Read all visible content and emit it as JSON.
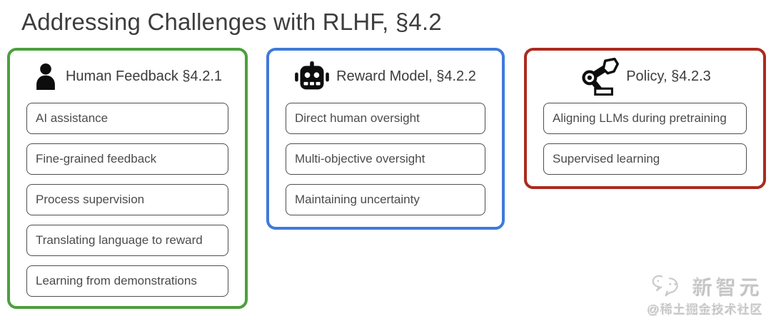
{
  "title": "Addressing Challenges with RLHF, §4.2",
  "colors": {
    "human_feedback_border": "#4ba03c",
    "reward_model_border": "#3f7ad9",
    "policy_border": "#ac2a1d",
    "item_border": "#4e4e4e",
    "title_text": "#3d3d3d",
    "item_text": "#4b4b4b",
    "watermark_text": "#c9c9c9"
  },
  "groups": [
    {
      "label": "Human Feedback §4.2.1",
      "icon": "person-icon",
      "accent": "#4ba03c",
      "items": [
        "AI assistance",
        "Fine-grained feedback",
        "Process supervision",
        "Translating language to reward",
        "Learning from demonstrations"
      ]
    },
    {
      "label": "Reward Model, §4.2.2",
      "icon": "robot-icon",
      "accent": "#3f7ad9",
      "items": [
        "Direct human oversight",
        "Multi-objective oversight",
        "Maintaining uncertainty"
      ]
    },
    {
      "label": "Policy, §4.2.3",
      "icon": "robot-arm-icon",
      "accent": "#ac2a1d",
      "items": [
        "Aligning LLMs during pretraining",
        "Supervised learning"
      ]
    }
  ],
  "watermark": {
    "brand": "新智元",
    "handle": "@稀土掘金技术社区"
  }
}
